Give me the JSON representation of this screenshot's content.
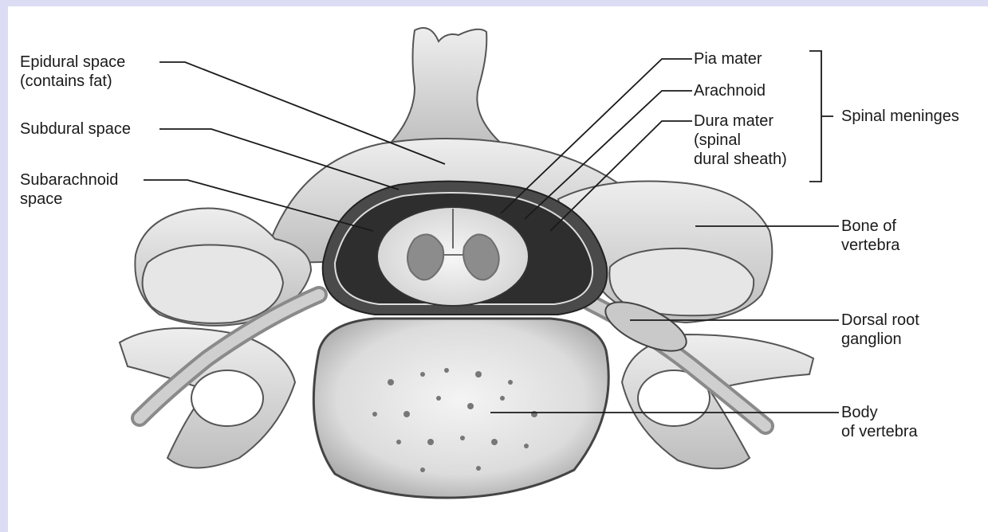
{
  "labels": {
    "epidural_space": "Epidural space\n(contains fat)",
    "subdural_space": "Subdural space",
    "subarachnoid_space": "Subarachnoid\nspace",
    "pia_mater": "Pia mater",
    "arachnoid": "Arachnoid",
    "dura_mater": "Dura mater\n(spinal\ndural sheath)",
    "spinal_meninges": "Spinal meninges",
    "bone_of_vertebra": "Bone of\nvertebra",
    "dorsal_root_ganglion": "Dorsal root\nganglion",
    "body_of_vertebra": "Body\nof vertebra"
  },
  "colors": {
    "frame_border": "#dcdcf4",
    "bone": "#d9d9d9",
    "bone_light": "#efefef",
    "dark_space": "#3a3a3a",
    "leader_line": "#1a1a1a"
  }
}
